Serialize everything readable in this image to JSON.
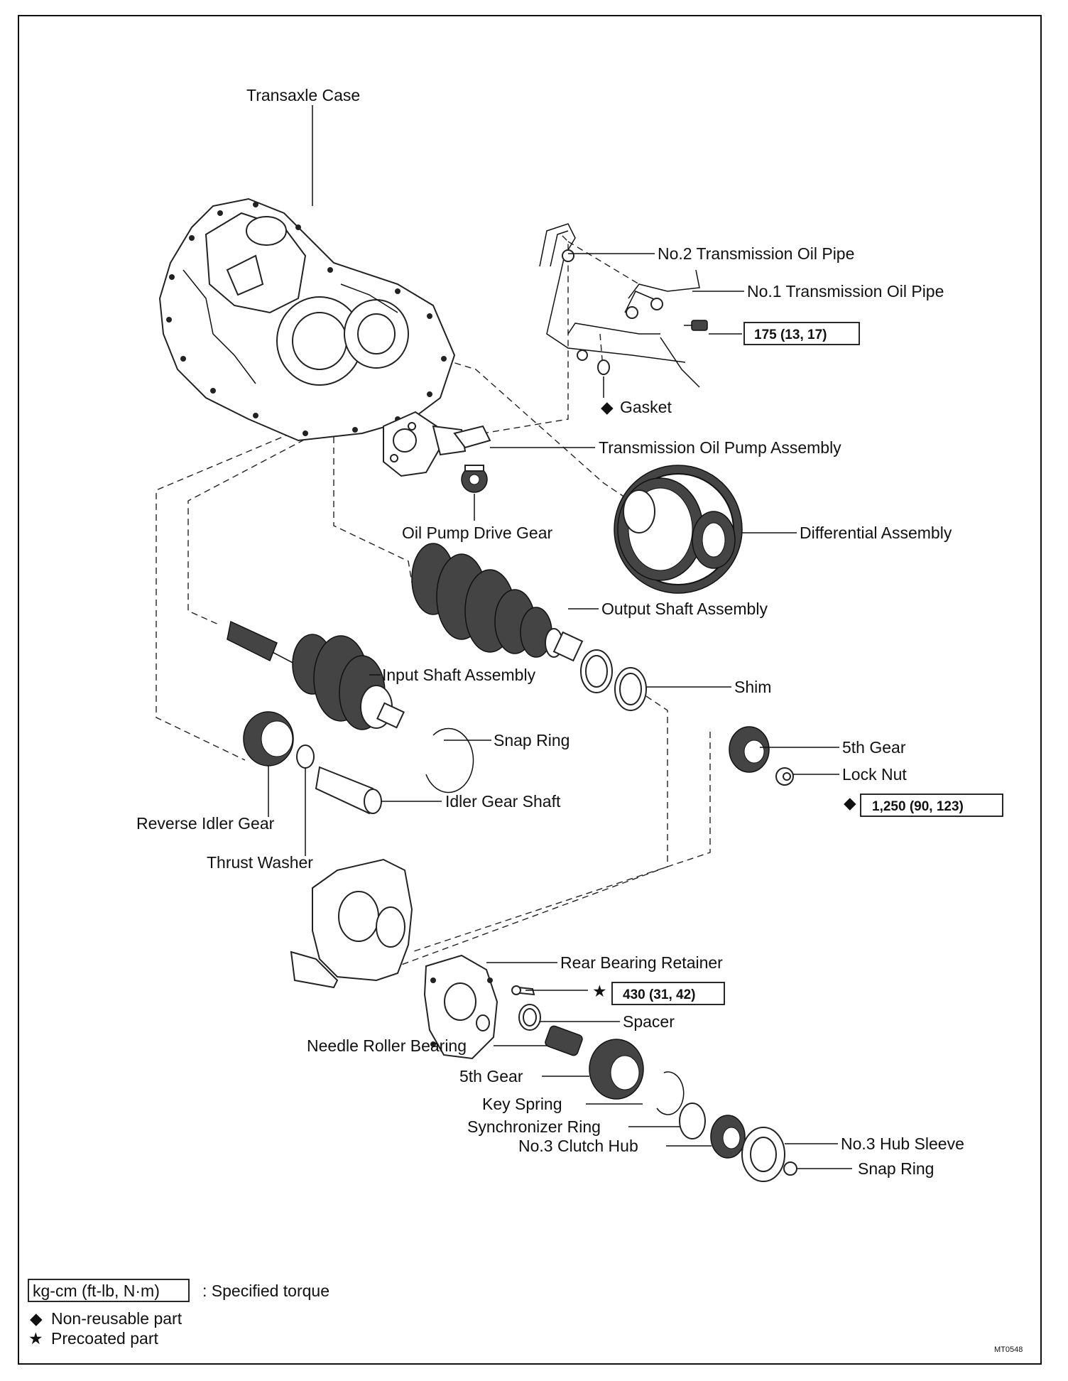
{
  "labels": {
    "transaxle_case": "Transaxle Case",
    "no2_oil_pipe": "No.2 Transmission Oil Pipe",
    "no1_oil_pipe": "No.1 Transmission Oil Pipe",
    "gasket": "Gasket",
    "oil_pump_assembly": "Transmission Oil Pump Assembly",
    "oil_pump_drive_gear": "Oil Pump Drive Gear",
    "differential_assembly": "Differential Assembly",
    "output_shaft_assembly": "Output Shaft Assembly",
    "input_shaft_assembly": "Input Shaft Assembly",
    "shim": "Shim",
    "snap_ring_1": "Snap Ring",
    "idler_gear_shaft": "Idler Gear Shaft",
    "reverse_idler_gear": "Reverse Idler Gear",
    "thrust_washer": "Thrust Washer",
    "fifth_gear_upper": "5th Gear",
    "lock_nut": "Lock Nut",
    "rear_bearing_retainer": "Rear Bearing Retainer",
    "spacer": "Spacer",
    "needle_roller_bearing": "Needle Roller Bearing",
    "fifth_gear_lower": "5th Gear",
    "key_spring": "Key Spring",
    "synchronizer_ring": "Synchronizer Ring",
    "no3_clutch_hub": "No.3 Clutch Hub",
    "no3_hub_sleeve": "No.3 Hub Sleeve",
    "snap_ring_2": "Snap Ring"
  },
  "torques": {
    "oil_pipe_bolt": "175 (13, 17)",
    "lock_nut": "1,250 (90, 123)",
    "retainer_bolt": "430 (31, 42)"
  },
  "legend": {
    "torque_box": "kg-cm (ft-lb, N·m)",
    "torque_desc": ": Specified torque",
    "non_reusable": "Non-reusable part",
    "precoated": "Precoated part"
  },
  "symbols": {
    "diamond": "◆",
    "star": "★"
  },
  "figure_code": "MT0548"
}
